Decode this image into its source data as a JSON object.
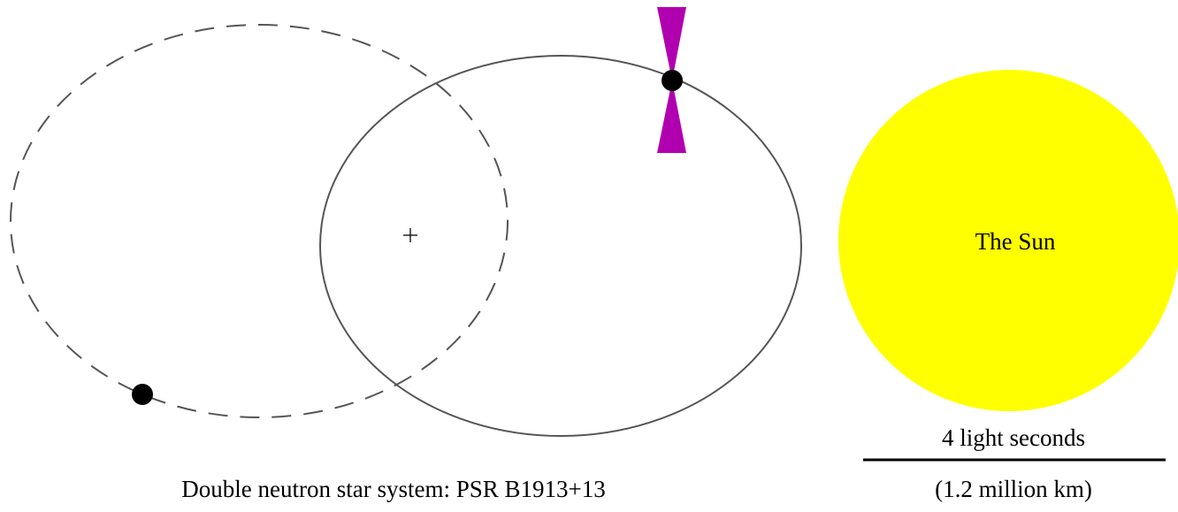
{
  "caption": "Double neutron star system: PSR B1913+13",
  "sun": {
    "label": "The Sun",
    "color": "#FFFF00"
  },
  "scale_bar": {
    "label_top": "4 light seconds",
    "label_bottom": "(1.2 million km)"
  },
  "colors": {
    "orbit_line": "#555555",
    "neutron_star": "#000000",
    "pulsar_beam": "#B000B0"
  },
  "icons": {
    "center_of_mass": "plus-marker",
    "pulsar_beam": "bowtie-beam"
  }
}
